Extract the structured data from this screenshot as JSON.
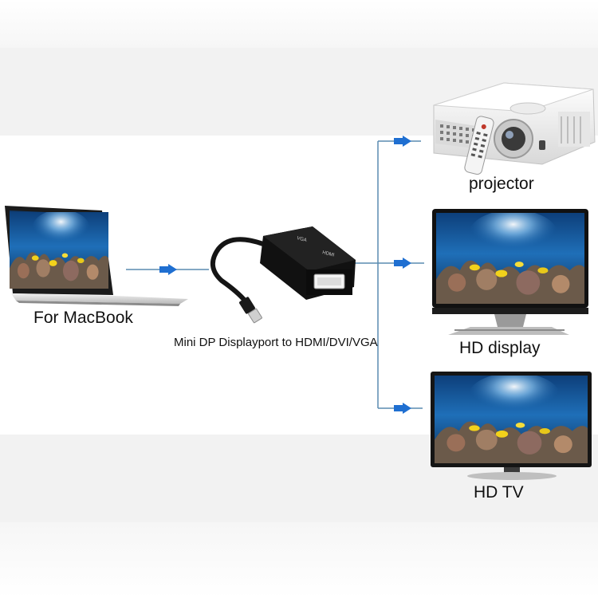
{
  "labels": {
    "source": "For MacBook",
    "adapter": "Mini DP Displayport to HDMI/DVI/VGA",
    "output_1": "projector",
    "output_2": "HD display",
    "output_3": "HD TV"
  },
  "port_marks": {
    "vga": "VGA",
    "hdmi": "HDMI"
  },
  "colors": {
    "connector_line": "#5a8cb0",
    "arrow": "#1f6fd1",
    "screen_water": "#1a4a86",
    "device_body": "#111111"
  },
  "icons": [
    "laptop-icon",
    "adapter-icon",
    "projector-icon",
    "monitor-icon",
    "tv-icon",
    "arrow-icon"
  ]
}
